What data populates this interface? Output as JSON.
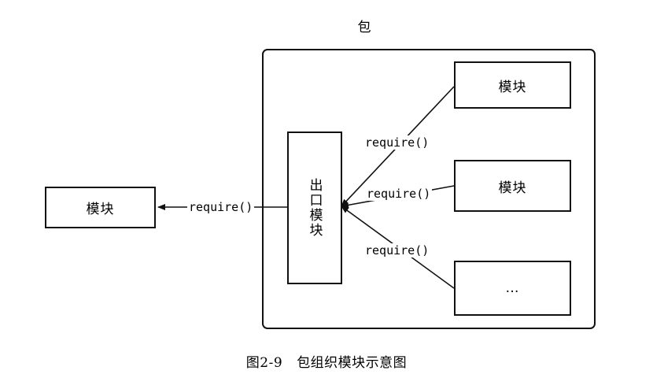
{
  "package": {
    "title": "包"
  },
  "external_module": {
    "label": "模块"
  },
  "entry_module": {
    "label": "出口模块"
  },
  "inner_modules": [
    {
      "label": "模块"
    },
    {
      "label": "模块"
    },
    {
      "label": "…"
    }
  ],
  "calls": {
    "external": "require()",
    "inner_top": "require()",
    "inner_middle": "require()",
    "inner_bottom": "require()"
  },
  "caption": {
    "number": "图2-9",
    "text": "包组织模块示意图"
  }
}
